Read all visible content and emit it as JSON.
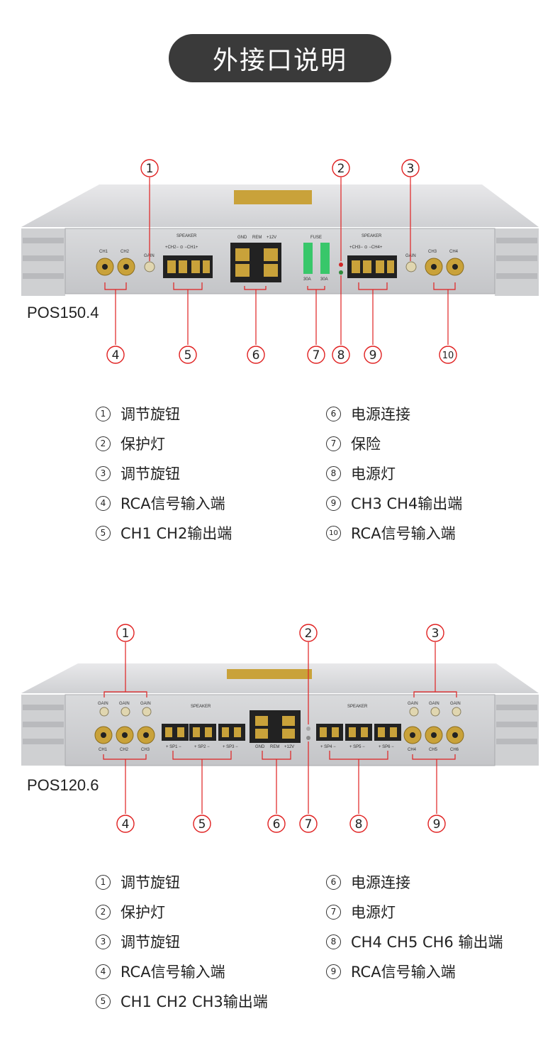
{
  "header": {
    "title": "外接口说明"
  },
  "amp1": {
    "model": "POS150.4",
    "panel_labels": {
      "ch1": "CH1",
      "ch2": "CH2",
      "gain": "GAIN",
      "speaker": "SPEAKER",
      "ch2_pair": "+CH2− ⊙ −CH1+",
      "gnd": "GND",
      "rem": "REM",
      "v12": "+12V",
      "fuse": "FUSE",
      "fuse_rating": "30A",
      "ch3_pair": "+CH3− ⊙ −CH4+",
      "ch3": "CH3",
      "ch4": "CH4"
    },
    "callouts": [
      "1",
      "2",
      "3",
      "4",
      "5",
      "6",
      "7",
      "8",
      "9",
      "10"
    ],
    "legend": [
      {
        "num": "1",
        "text": "调节旋钮"
      },
      {
        "num": "2",
        "text": "保护灯"
      },
      {
        "num": "3",
        "text": "调节旋钮"
      },
      {
        "num": "4",
        "text": "RCA信号输入端"
      },
      {
        "num": "5",
        "text": "CH1 CH2输出端"
      },
      {
        "num": "6",
        "text": "电源连接"
      },
      {
        "num": "7",
        "text": "保险"
      },
      {
        "num": "8",
        "text": "电源灯"
      },
      {
        "num": "9",
        "text": "CH3 CH4输出端"
      },
      {
        "num": "10",
        "text": "RCA信号输入端"
      }
    ]
  },
  "amp2": {
    "model": "POS120.6",
    "panel_labels": {
      "gain": "GAIN",
      "speaker": "SPEAKER",
      "ch1": "CH1",
      "ch2": "CH2",
      "ch3": "CH3",
      "ch4": "CH4",
      "ch5": "CH5",
      "ch6": "CH6",
      "sp1": "+ SP1 −",
      "sp2": "+ SP2 −",
      "sp3": "+ SP3 −",
      "sp4": "+ SP4 −",
      "sp5": "+ SP5 −",
      "sp6": "+ SP6 −",
      "gnd": "GND",
      "rem": "REM",
      "v12": "+12V"
    },
    "callouts": [
      "1",
      "2",
      "3",
      "4",
      "5",
      "6",
      "7",
      "8",
      "9"
    ],
    "legend": [
      {
        "num": "1",
        "text": "调节旋钮"
      },
      {
        "num": "2",
        "text": "保护灯"
      },
      {
        "num": "3",
        "text": "调节旋钮"
      },
      {
        "num": "4",
        "text": "RCA信号输入端"
      },
      {
        "num": "5",
        "text": "CH1 CH2 CH3输出端"
      },
      {
        "num": "6",
        "text": "电源连接"
      },
      {
        "num": "7",
        "text": "电源灯"
      },
      {
        "num": "8",
        "text": "CH4 CH5 CH6 输出端"
      },
      {
        "num": "9",
        "text": "RCA信号输入端"
      }
    ]
  },
  "colors": {
    "callout_red": "#e02020",
    "pill": "#3a3a3a",
    "fuse_green": "#38c76a",
    "gold": "#c9a23a"
  }
}
